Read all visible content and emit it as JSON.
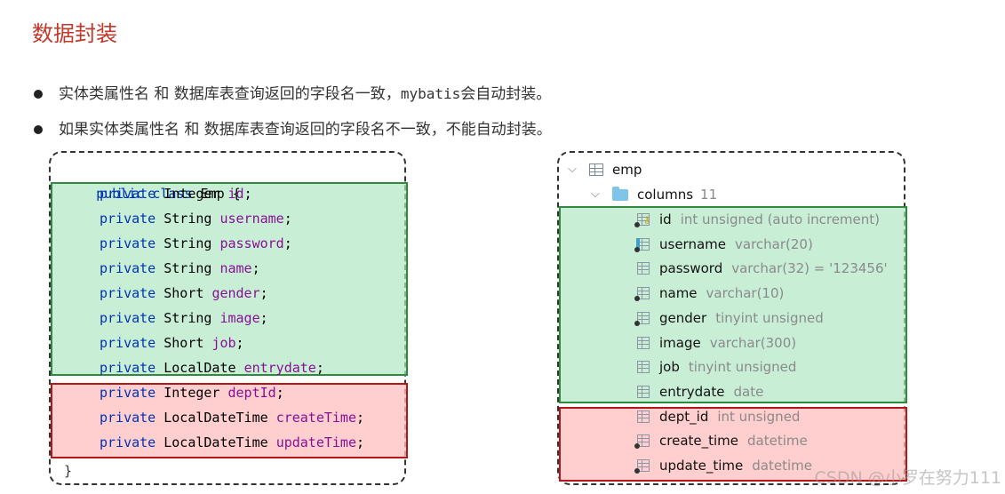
{
  "title": "数据封装",
  "bullets": [
    {
      "before": "实体类属性名 和 数据库表查询返回的字段名一致，",
      "mono": "mybatis",
      "after": "会自动封装。"
    },
    {
      "before": "如果实体类属性名 和 数据库表查询返回的字段名不一致，不能自动封装。",
      "mono": "",
      "after": ""
    }
  ],
  "code": {
    "header": {
      "kw": "public class",
      "name": " Emp {"
    },
    "fields": [
      {
        "kw": "private",
        "type": "Integer",
        "name": "id"
      },
      {
        "kw": "private",
        "type": "String",
        "name": "username"
      },
      {
        "kw": "private",
        "type": "String",
        "name": "password"
      },
      {
        "kw": "private",
        "type": "String",
        "name": "name"
      },
      {
        "kw": "private",
        "type": "Short",
        "name": "gender"
      },
      {
        "kw": "private",
        "type": "String",
        "name": "image"
      },
      {
        "kw": "private",
        "type": "Short",
        "name": "job"
      },
      {
        "kw": "private",
        "type": "LocalDate",
        "name": "entrydate"
      },
      {
        "kw": "private",
        "type": "Integer",
        "name": "deptId"
      },
      {
        "kw": "private",
        "type": "LocalDateTime",
        "name": "createTime"
      },
      {
        "kw": "private",
        "type": "LocalDateTime",
        "name": "updateTime"
      }
    ],
    "closing": "}",
    "matched_count": 8
  },
  "db": {
    "table": "emp",
    "folder": "columns",
    "folder_count": "11",
    "columns": [
      {
        "name": "id",
        "type": "int unsigned (auto increment)",
        "icon": "primary-key-column-icon"
      },
      {
        "name": "username",
        "type": "varchar(20)",
        "icon": "unique-column-icon"
      },
      {
        "name": "password",
        "type": "varchar(32) = '123456'",
        "icon": "column-icon"
      },
      {
        "name": "name",
        "type": "varchar(10)",
        "icon": "not-null-column-icon"
      },
      {
        "name": "gender",
        "type": "tinyint unsigned",
        "icon": "not-null-column-icon"
      },
      {
        "name": "image",
        "type": "varchar(300)",
        "icon": "column-icon"
      },
      {
        "name": "job",
        "type": "tinyint unsigned",
        "icon": "column-icon"
      },
      {
        "name": "entrydate",
        "type": "date",
        "icon": "column-icon"
      },
      {
        "name": "dept_id",
        "type": "int unsigned",
        "icon": "column-icon"
      },
      {
        "name": "create_time",
        "type": "datetime",
        "icon": "not-null-column-icon"
      },
      {
        "name": "update_time",
        "type": "datetime",
        "icon": "not-null-column-icon"
      }
    ]
  },
  "colors": {
    "title": "#c0392b",
    "match_border": "#2e8b3c",
    "match_fill": "#b0e8c4",
    "mismatch_border": "#b11818",
    "mismatch_fill": "#ffbebe"
  },
  "watermark": "CSDN @小罗在努力111"
}
